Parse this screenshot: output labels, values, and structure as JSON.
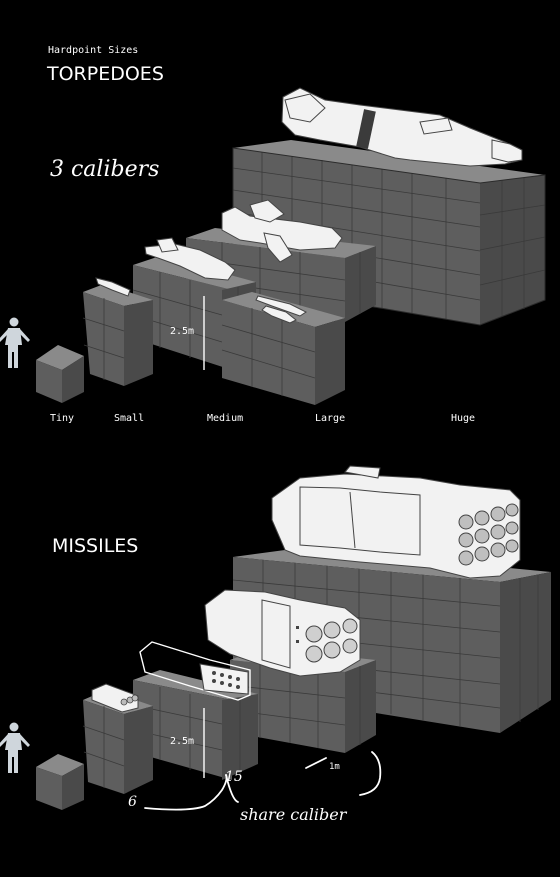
{
  "header": {
    "subtitle": "Hardpoint Sizes",
    "torpedoes_title": "TORPEDOES",
    "calibers_note": "3 calibers"
  },
  "torpedoes": {
    "size_labels": [
      "Tiny",
      "Small",
      "Medium",
      "Large",
      "Huge"
    ],
    "height_label": "2.5m"
  },
  "missiles": {
    "title": "MISSILES",
    "height_label": "2.5m",
    "depth_label": "1m",
    "count_small": "6",
    "count_medium": "15",
    "share_note": "share caliber"
  },
  "colors": {
    "background": "#000000",
    "box_front": "#5e5e5e",
    "box_top": "#8a8a8a",
    "weapon": "#f2f2f2"
  }
}
